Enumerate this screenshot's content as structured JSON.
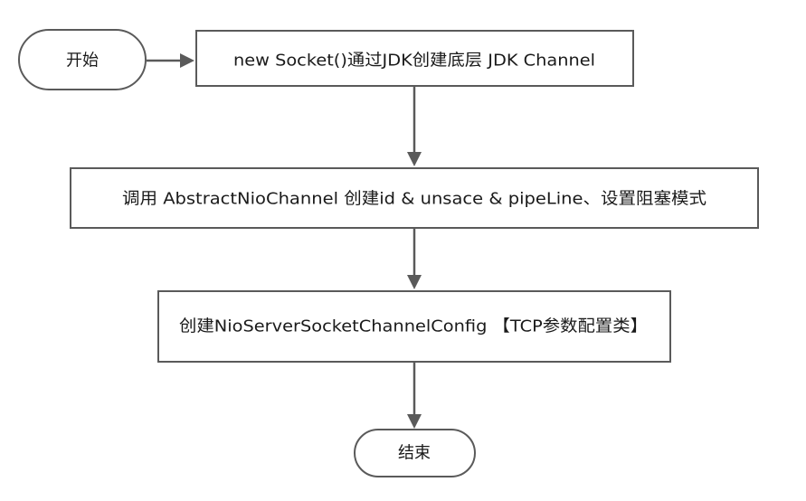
{
  "nodes": {
    "start": {
      "label": "开始",
      "shape": "terminal"
    },
    "step1": {
      "label": "new Socket()通过JDK创建底层 JDK Channel",
      "shape": "process"
    },
    "step2": {
      "label": "调用 AbstractNioChannel 创建id & unsace & pipeLine、设置阻塞模式",
      "shape": "process"
    },
    "step3": {
      "label": "创建NioServerSocketChannelConfig 【TCP参数配置类】",
      "shape": "process"
    },
    "end": {
      "label": "结束",
      "shape": "terminal"
    }
  },
  "edges": [
    {
      "from": "start",
      "to": "step1"
    },
    {
      "from": "step1",
      "to": "step2"
    },
    {
      "from": "step2",
      "to": "step3"
    },
    {
      "from": "step3",
      "to": "end"
    }
  ],
  "colors": {
    "stroke": "#5a5a5a",
    "fill": "#ffffff",
    "text": "#1a1a1a"
  }
}
